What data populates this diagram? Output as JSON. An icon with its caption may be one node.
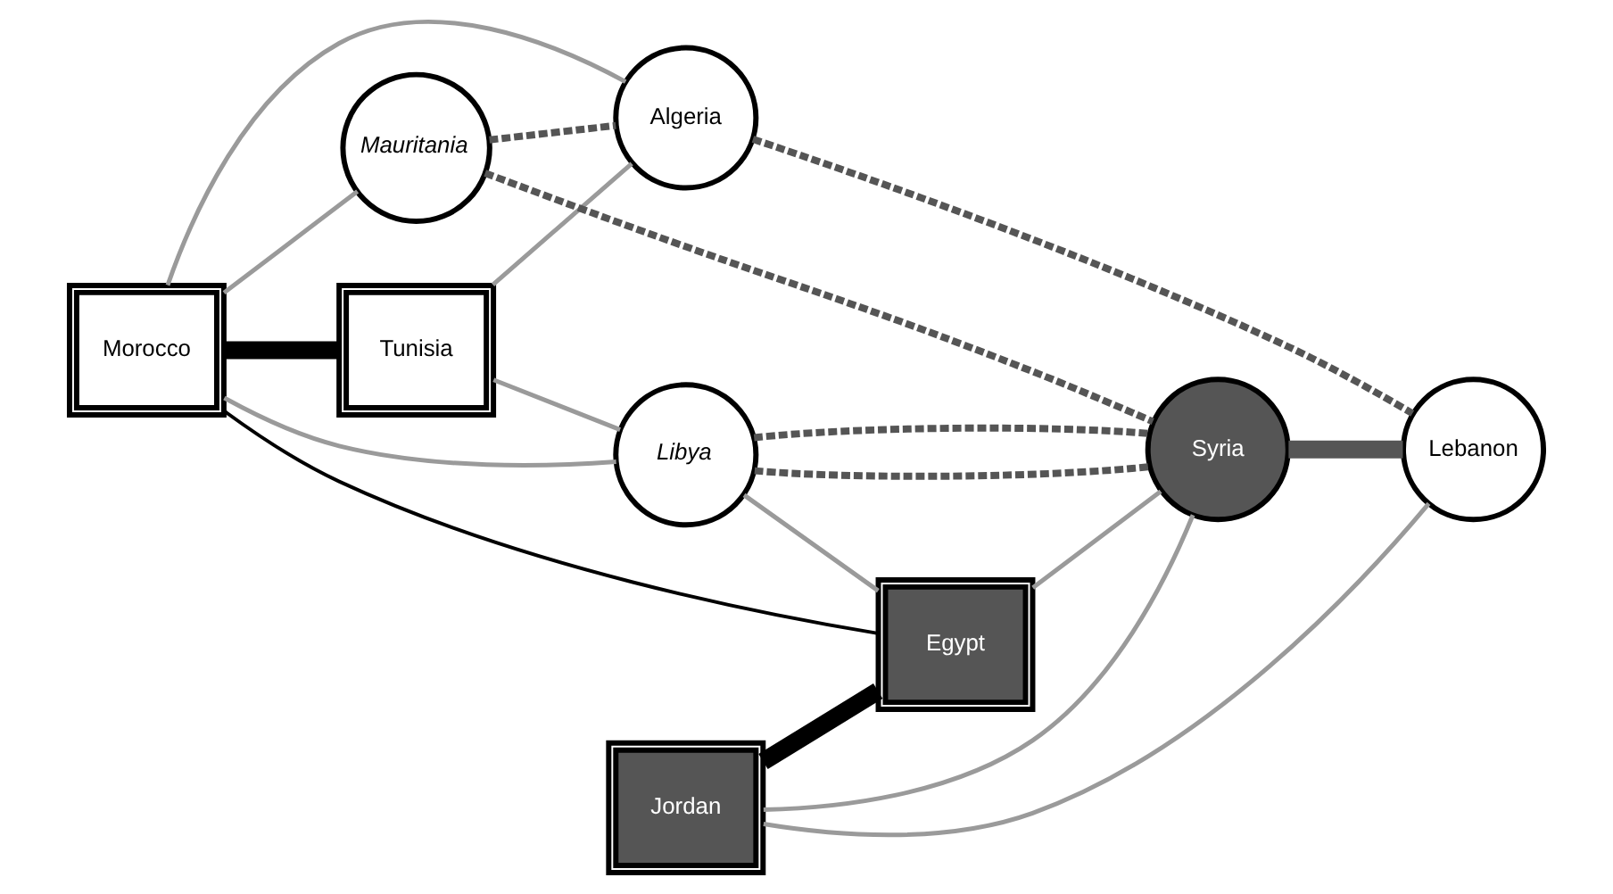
{
  "diagram": {
    "nodes": [
      {
        "text": [
          "Morocco"
        ]
      },
      {
        "text": [
          "Tunisia"
        ]
      },
      {
        "text": [
          "Mauritania"
        ]
      },
      {
        "text": [
          "Algeria"
        ]
      },
      {
        "text": [
          "Libya"
        ]
      },
      {
        "text": [
          "Jordan"
        ]
      },
      {
        "text": [
          "Lebanon"
        ]
      },
      {
        "text": [
          "Egypt"
        ]
      },
      {
        "text": [
          "Syria"
        ]
      }
    ],
    "edges": [
      {
        "from": 0,
        "to": 1,
        "arrow": "none",
        "style": "thick",
        "color": "#000000"
      },
      {
        "from": 5,
        "to": 7,
        "arrow": "none",
        "style": "thick",
        "color": "#000000"
      },
      {
        "from": 0,
        "to": 7,
        "arrow": "none",
        "color": "#000000"
      },
      {
        "from": 2,
        "to": 3,
        "arrow": "none",
        "style": "dashed",
        "color": "#555555"
      },
      {
        "from": 2,
        "to": 8,
        "arrow": "none",
        "style": "dashed",
        "color": "#555555"
      },
      {
        "from": 3,
        "to": 6,
        "arrow": "none",
        "style": "dashed",
        "color": "#555555"
      },
      {
        "from": 4,
        "to": 8,
        "arrow": "none",
        "style": "dashed",
        "color": "#555555"
      },
      {
        "from": 4,
        "to": 8,
        "arrow": "none",
        "style": "dashed",
        "color": "#555555"
      },
      {
        "from": 8,
        "to": 6,
        "arrow": "none",
        "style": "thick",
        "color": "#555555"
      },
      {
        "from": 0,
        "to": 2,
        "arrow": "none"
      },
      {
        "from": 0,
        "to": 3,
        "arrow": "none"
      },
      {
        "from": 1,
        "to": 3,
        "arrow": "none"
      },
      {
        "from": 0,
        "to": 4,
        "arrow": "none"
      },
      {
        "from": 1,
        "to": 4,
        "arrow": "none"
      },
      {
        "from": 4,
        "to": 7,
        "arrow": "none"
      },
      {
        "from": 7,
        "to": 8,
        "arrow": "none"
      },
      {
        "from": 5,
        "to": 6,
        "arrow": "none"
      },
      {
        "from": 5,
        "to": 8,
        "arrow": "none"
      }
    ]
  }
}
